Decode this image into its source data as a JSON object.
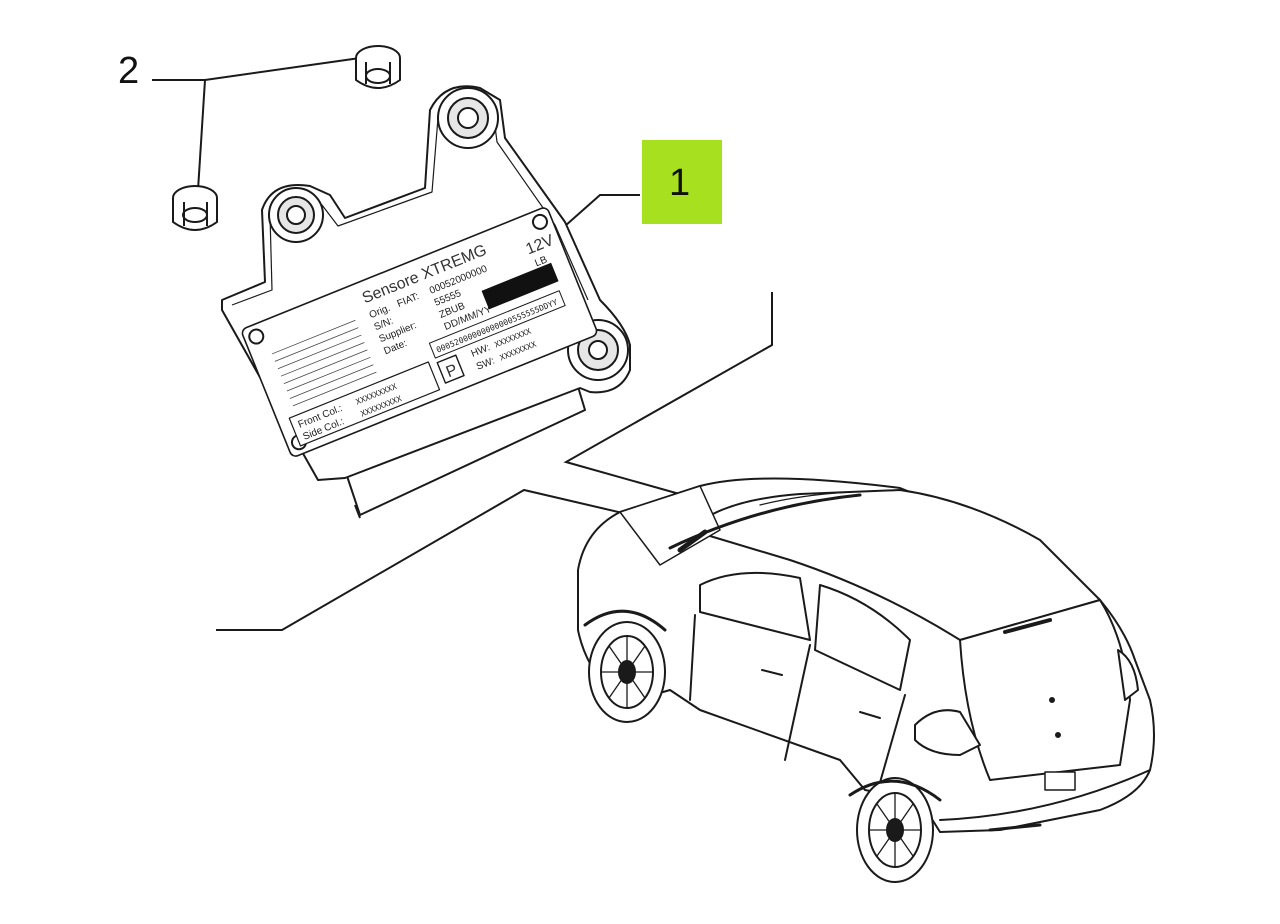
{
  "callouts": {
    "part1": {
      "number": "1",
      "highlight_color": "#a6e01f"
    },
    "part2": {
      "number": "2"
    }
  },
  "module_label": {
    "title": "Sensore XTREMG",
    "voltage": "12V",
    "code_lb": "LB",
    "orig_key": "Orig.",
    "fiat_key": "FIAT:",
    "fiat_val": "00052000000",
    "spal_key": "S/N:",
    "spal_val": "55555",
    "supplier_key": "Supplier:",
    "supplier_val": "ZBUB",
    "date_key": "Date:",
    "date_val": "DD/MM/YY",
    "barcode_text": "00052000000000000555555DDYY",
    "hw_key": "HW:",
    "hw_val": "XXXXXXXX",
    "sw_key": "SW:",
    "sw_val": "XXXXXXXX",
    "p_mark": "P",
    "front_col_key": "Front Col.:",
    "front_col_val": "XXXXXXXXX",
    "side_col_key": "Side Col.:",
    "side_col_val": "XXXXXXXXX"
  },
  "colors": {
    "line": "#1a1a1a",
    "highlight": "#a6e01f"
  }
}
